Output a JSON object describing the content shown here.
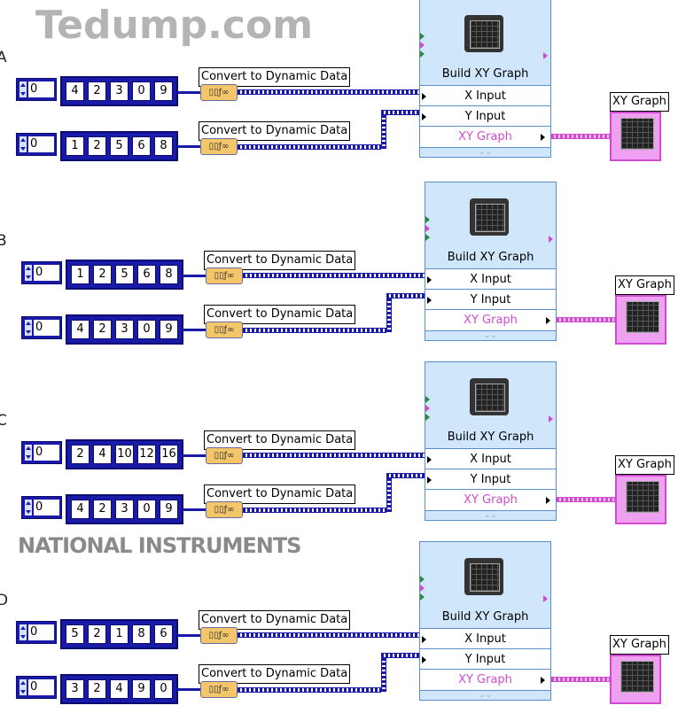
{
  "options": [
    {
      "letter": "A",
      "x_array": {
        "index": "0",
        "values": [
          "4",
          "2",
          "3",
          "0",
          "9"
        ]
      },
      "y_array": {
        "index": "0",
        "values": [
          "1",
          "2",
          "5",
          "6",
          "8"
        ]
      }
    },
    {
      "letter": "B",
      "x_array": {
        "index": "0",
        "values": [
          "1",
          "2",
          "5",
          "6",
          "8"
        ]
      },
      "y_array": {
        "index": "0",
        "values": [
          "4",
          "2",
          "3",
          "0",
          "9"
        ]
      }
    },
    {
      "letter": "C",
      "x_array": {
        "index": "0",
        "values": [
          "2",
          "4",
          "10",
          "12",
          "16"
        ]
      },
      "y_array": {
        "index": "0",
        "values": [
          "4",
          "2",
          "3",
          "0",
          "9"
        ]
      }
    },
    {
      "letter": "D",
      "x_array": {
        "index": "0",
        "values": [
          "5",
          "2",
          "1",
          "8",
          "6"
        ]
      },
      "y_array": {
        "index": "0",
        "values": [
          "3",
          "2",
          "4",
          "9",
          "0"
        ]
      }
    }
  ],
  "labels": {
    "convert": "Convert to Dynamic Data",
    "node_title": "Build XY Graph",
    "x_input": "X Input",
    "y_input": "Y Input",
    "xy_graph_out": "XY Graph",
    "indicator": "XY Graph"
  },
  "watermark": {
    "brand": "NATIONAL INSTRUMENTS",
    "site": "Tedump.com"
  },
  "colors": {
    "array_wire": "#1a1aa8",
    "graph_wire": "#d04bd0",
    "node_bg": "#cfe6fb"
  }
}
